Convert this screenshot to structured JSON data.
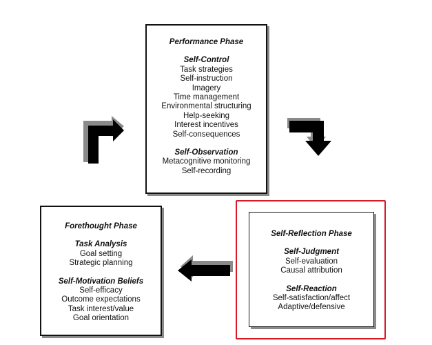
{
  "performance": {
    "title": "Performance Phase",
    "group1_title": "Self-Control",
    "group1_items": [
      "Task strategies",
      "Self-instruction",
      "Imagery",
      "Time management",
      "Environmental structuring",
      "Help-seeking",
      "Interest incentives",
      "Self-consequences"
    ],
    "group2_title": "Self-Observation",
    "group2_items": [
      "Metacognitive monitoring",
      "Self-recording"
    ]
  },
  "forethought": {
    "title": "Forethought Phase",
    "group1_title": "Task Analysis",
    "group1_items": [
      "Goal setting",
      "Strategic planning"
    ],
    "group2_title": "Self-Motivation Beliefs",
    "group2_items": [
      "Self-efficacy",
      "Outcome expectations",
      "Task interest/value",
      "Goal orientation"
    ]
  },
  "reflection": {
    "title": "Self-Reflection Phase",
    "group1_title": "Self-Judgment",
    "group1_items": [
      "Self-evaluation",
      "Causal attribution"
    ],
    "group2_title": "Self-Reaction",
    "group2_items": [
      "Self-satisfaction/affect",
      "Adaptive/defensive"
    ]
  },
  "colors": {
    "border": "#111111",
    "shadow": "#8a8a8a",
    "highlight": "#d81a24"
  }
}
